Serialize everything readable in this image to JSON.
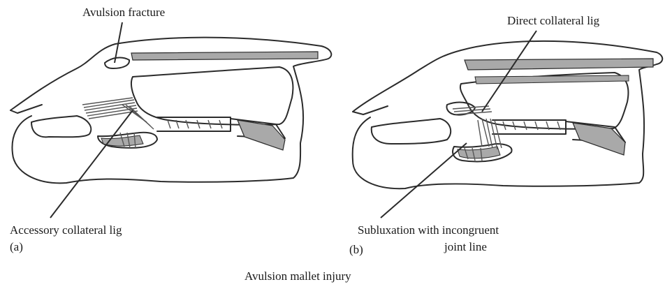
{
  "caption": "Avulsion mallet injury",
  "panels": [
    {
      "tag": "(a)",
      "labels": {
        "top": "Avulsion fracture",
        "bottom": "Accessory collateral lig"
      }
    },
    {
      "tag": "(b)",
      "labels": {
        "top": "Direct collateral lig",
        "bottom_line1": "Subluxation with incongruent",
        "bottom_line2": "joint line"
      }
    }
  ],
  "colors": {
    "outline": "#2b2b2b",
    "tendon_fill": "#a9a9a9",
    "ligament": "#555555"
  }
}
